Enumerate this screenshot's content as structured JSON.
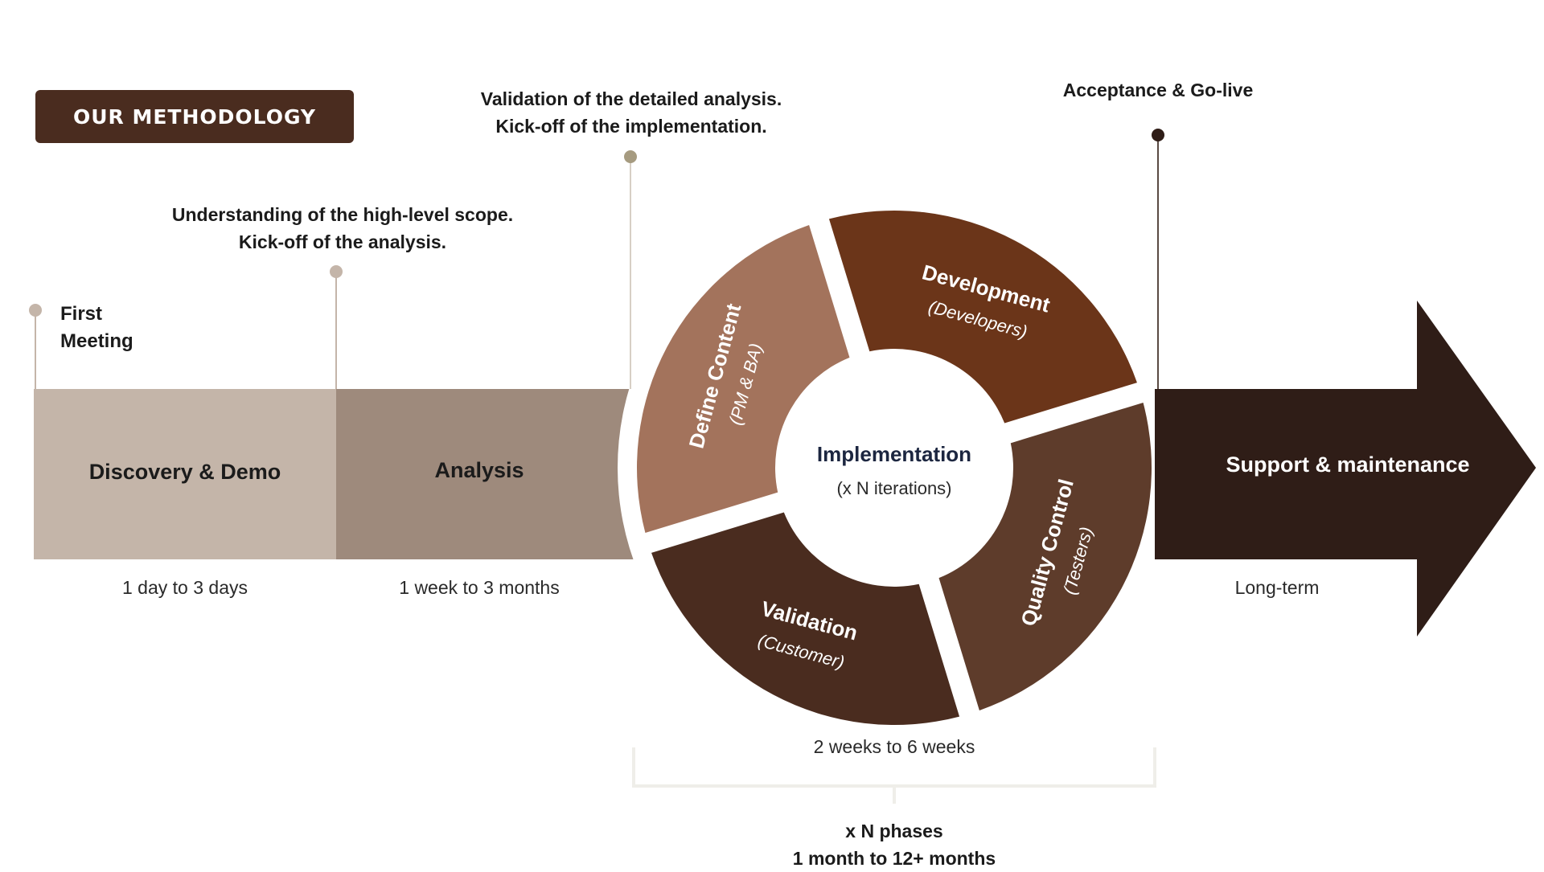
{
  "badge": {
    "label": "OUR METHODOLOGY"
  },
  "milestones": {
    "first_meeting": {
      "line1": "First",
      "line2": "Meeting"
    },
    "scope": {
      "line1": "Understanding of the high-level scope.",
      "line2": "Kick-off of the analysis."
    },
    "validation": {
      "line1": "Validation of the detailed analysis.",
      "line2": "Kick-off of the implementation."
    },
    "golive": {
      "label": "Acceptance & Go-live"
    }
  },
  "phases": {
    "discovery": {
      "label": "Discovery & Demo",
      "duration": "1 day to 3 days"
    },
    "analysis": {
      "label": "Analysis",
      "duration": "1 week to 3 months"
    },
    "support": {
      "label": "Support & maintenance",
      "duration": "Long-term"
    }
  },
  "cycle": {
    "center_title": "Implementation",
    "center_subtitle": "(x N iterations)",
    "segments": [
      {
        "title": "Development",
        "role": "(Developers)"
      },
      {
        "title": "Quality Control",
        "role": "(Testers)"
      },
      {
        "title": "Validation",
        "role": "(Customer)"
      },
      {
        "title": "Define Content",
        "role": "(PM & BA)"
      }
    ],
    "duration": "2 weeks to 6 weeks",
    "phases_line1": "x N phases",
    "phases_line2": "1 month to 12+ months"
  },
  "colors": {
    "badge": "#4a2c1f",
    "discovery": "#c4b5a9",
    "analysis": "#9e8a7c",
    "define": "#a3735c",
    "development": "#6b3519",
    "quality": "#5e3c2b",
    "validation": "#4a2c1f",
    "support": "#2f1d17"
  }
}
